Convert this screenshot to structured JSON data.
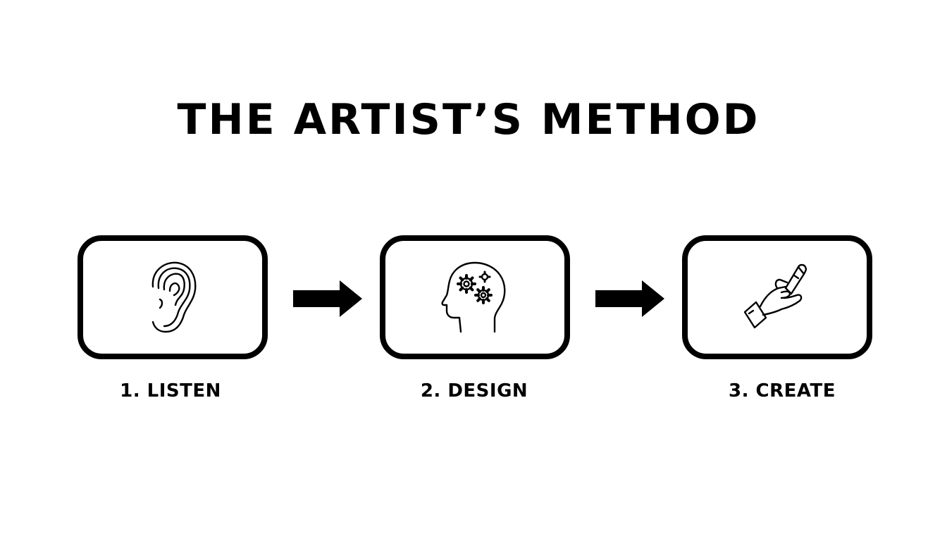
{
  "title": "THE ARTIST’S METHOD",
  "steps": [
    {
      "label": "1. LISTEN",
      "icon": "ear-icon"
    },
    {
      "label": "2. DESIGN",
      "icon": "head-gears-icon"
    },
    {
      "label": "3. CREATE",
      "icon": "hand-brush-icon"
    }
  ],
  "colors": {
    "background": "#ffffff",
    "ink": "#000000"
  }
}
